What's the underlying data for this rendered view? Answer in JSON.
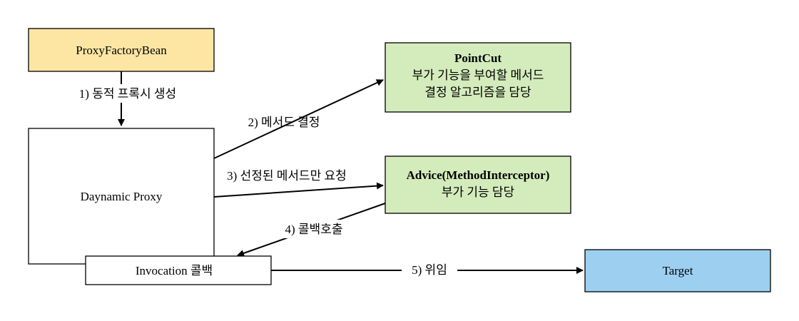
{
  "nodes": {
    "proxy_factory_bean": {
      "label": "ProxyFactoryBean",
      "fill": "#fde6a4"
    },
    "dynamic_proxy": {
      "label": "Daynamic Proxy",
      "fill": "#ffffff"
    },
    "invocation": {
      "label": "Invocation 콜백",
      "fill": "#ffffff"
    },
    "pointcut": {
      "title": "PointCut",
      "line1": "부가 기능을 부여할 메서드",
      "line2": "결정 알고리즘을 담당",
      "fill": "#d4ecbc"
    },
    "advice": {
      "title": "Advice(MethodInterceptor)",
      "line1": "부가 기능 담당",
      "fill": "#d4ecbc"
    },
    "target": {
      "label": "Target",
      "fill": "#9dd0f0"
    }
  },
  "edges": {
    "e1": "1) 동적 프록시 생성",
    "e2": "2) 메서드 결정",
    "e3": "3) 선정된 메서드만 요청",
    "e4": "4) 콜백호출",
    "e5": "5) 위임"
  }
}
